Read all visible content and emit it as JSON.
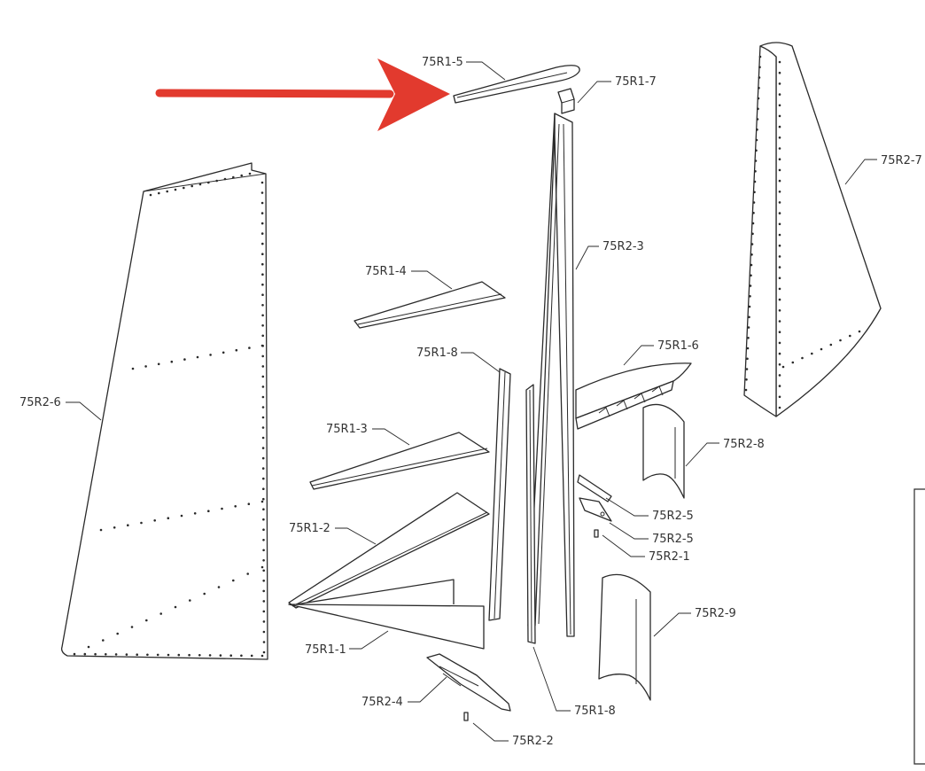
{
  "labels": {
    "r1_5": "75R1-5",
    "r1_7": "75R1-7",
    "r2_7": "75R2-7",
    "r2_3": "75R2-3",
    "r1_4": "75R1-4",
    "r1_8_top": "75R1-8",
    "r1_6": "75R1-6",
    "r2_6": "75R2-6",
    "r1_3": "75R1-3",
    "r2_8": "75R2-8",
    "r2_5_a": "75R2-5",
    "r2_5_b": "75R2-5",
    "r2_1": "75R2-1",
    "r1_2": "75R1-2",
    "r2_9": "75R2-9",
    "r1_1": "75R1-1",
    "r2_4": "75R2-4",
    "r1_8_bottom": "75R1-8",
    "r2_2": "75R2-2"
  },
  "colors": {
    "arrow": "#e23a2e",
    "line": "#2a2a2a"
  }
}
